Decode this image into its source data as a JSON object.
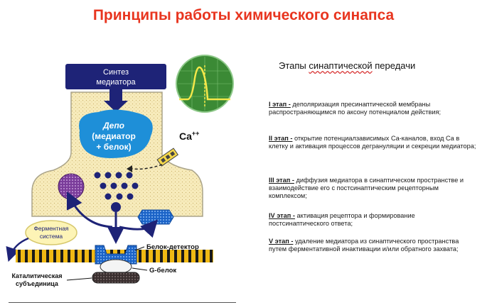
{
  "title": "Принципы работы химического синапса",
  "right_title": {
    "prefix": "Этапы ",
    "underlined": "синаптической",
    "suffix": " передачи"
  },
  "diagram": {
    "synth_label_1": "Синтез",
    "synth_label_2": "медиатора",
    "depot_1": "Депо",
    "depot_2": "(медиатор",
    "depot_3": "+ белок)",
    "ca_label": "Ca",
    "ca_sup": "++",
    "enzyme_1": "Ферментная",
    "enzyme_2": "система",
    "detector": "Белок-детектор",
    "gprotein": "G-белок",
    "catalytic_1": "Каталитическая",
    "catalytic_2": "субъединица",
    "colors": {
      "title": "#e8351f",
      "neuron_fill": "#f5e8b4",
      "depot": "#1e8fd8",
      "navy": "#1e2377",
      "purple": "#7a3c9a",
      "membrane_yellow": "#f0b914",
      "oscillo_green": "#2f7a2a"
    }
  },
  "stages": [
    {
      "label": "I этап -",
      "text": " деполяризация пресинаптической мембраны распространяющимся по аксону потенциалом действия;"
    },
    {
      "label": "II этап -",
      "text": " открытие потенциалзависимых Ca-каналов, вход Ca в клетку и активация процессов дегрануляции и секреции медиатора;"
    },
    {
      "label": "III этап -",
      "text": " диффузия медиатора в синаптическом пространстве и взаимодействие его с постсинаптическим рецепторным комплексом;"
    },
    {
      "label": "IV этап -",
      "text": " активация рецептора и формирование постсинаптического ответа;"
    },
    {
      "label": "V этап -",
      "text": " удаление медиатора из синаптического пространства путем ферментативной инактивации и/или обратного захвата;"
    }
  ]
}
